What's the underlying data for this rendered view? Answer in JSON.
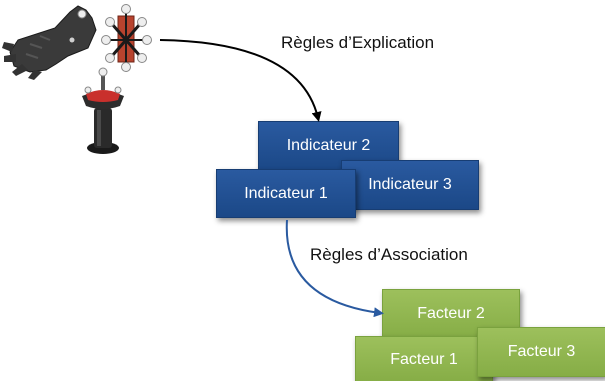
{
  "rules": {
    "explication": "Règles d’Explication",
    "association": "Règles d’Association"
  },
  "indicators": [
    {
      "label": "Indicateur 2"
    },
    {
      "label": "Indicateur 1"
    },
    {
      "label": "Indicateur 3"
    }
  ],
  "factors": [
    {
      "label": "Facteur 2"
    },
    {
      "label": "Facteur 1"
    },
    {
      "label": "Facteur 3"
    }
  ],
  "colors": {
    "indicator_fill": "#1f4e8f",
    "factor_fill": "#92b653",
    "arrow_black": "#000000",
    "arrow_blue": "#2a5aa0"
  },
  "icons": [
    "data-glove-icon",
    "motion-capture-markers-icon",
    "joystick-controller-icon"
  ]
}
